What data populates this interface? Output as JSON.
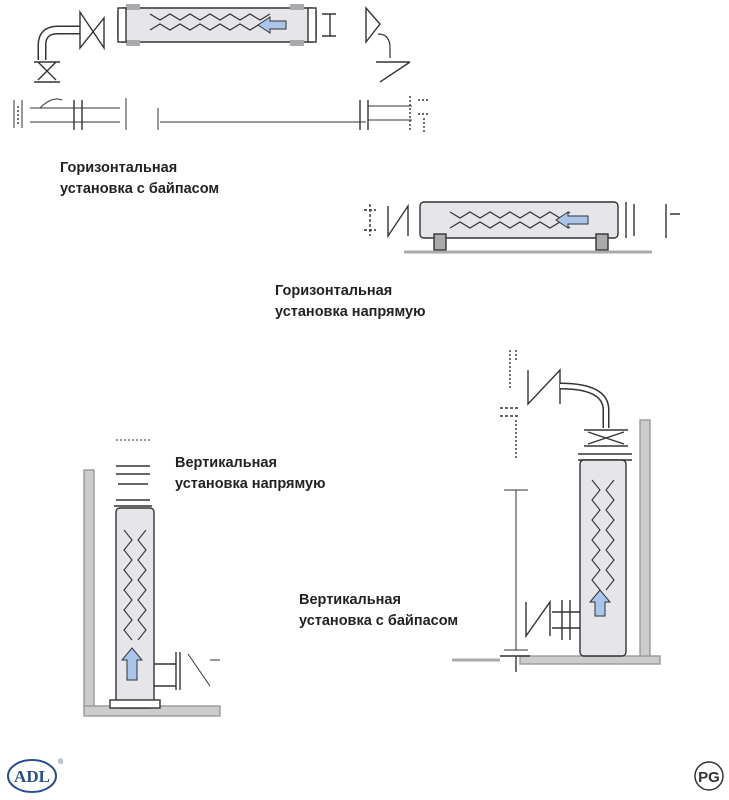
{
  "captions": {
    "horizontal_bypass": {
      "line1": "Горизонтальная",
      "line2": "установка с байпасом"
    },
    "horizontal_direct": {
      "line1": "Горизонтальная",
      "line2": "установка напрямую"
    },
    "vertical_direct": {
      "line1": "Вертикальная",
      "line2": "установка напрямую"
    },
    "vertical_bypass": {
      "line1": "Вертикальная",
      "line2": "установка с байпасом"
    }
  },
  "logos": {
    "left": {
      "text": "ADL",
      "mark": "®"
    },
    "right": {
      "text": "PG"
    }
  },
  "colors": {
    "line": "#333333",
    "device_fill": "#e6e6ea",
    "arrow": "#a9c6ea",
    "ground": "#aaaaaa"
  }
}
